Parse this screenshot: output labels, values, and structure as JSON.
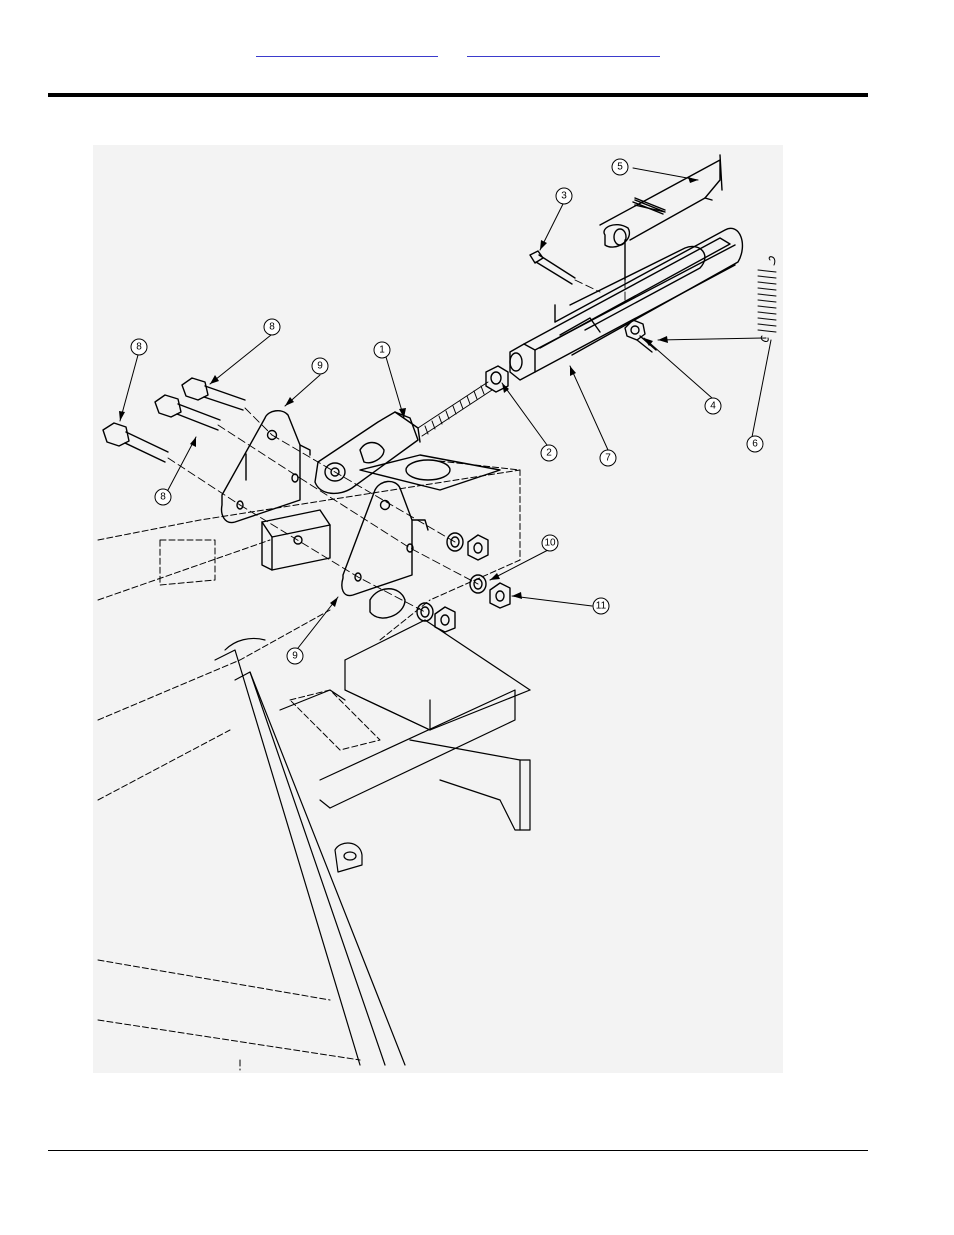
{
  "header": {
    "link_left": "",
    "link_right": ""
  },
  "callouts": [
    "1",
    "2",
    "3",
    "4",
    "5",
    "6",
    "7",
    "8",
    "8",
    "9",
    "9",
    "10",
    "11"
  ],
  "colors": {
    "background": "#ffffff",
    "figure_bg": "#f3f3f3",
    "link": "#3b3bcc",
    "line": "#000000"
  }
}
